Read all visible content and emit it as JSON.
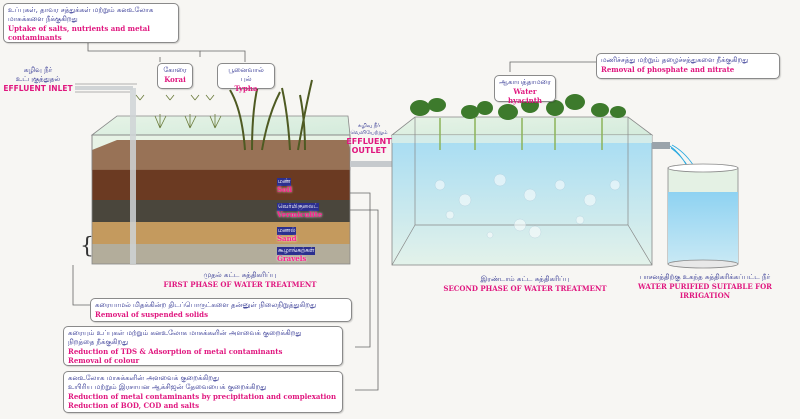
{
  "uptake_box": {
    "tamil": "உப்புகள், தாவர சத்துக்கள் மற்றும் கனஉலோக மாசுக்களை நீக்குகிறது",
    "english": "Uptake of salts, nutrients and metal contaminants"
  },
  "plants_phase1": [
    {
      "tamil": "கோரை",
      "english": "Korai"
    },
    {
      "tamil": "பூனைவால் புல்",
      "english": "Typha"
    }
  ],
  "inlet": {
    "tamil_1": "கழிவு நீர்",
    "tamil_2": "உட்புகுத்துதல்",
    "english": "EFFLUENT INLET"
  },
  "outlet": {
    "tamil_1": "கழிவு நீர்",
    "tamil_2": "வெளியேற்றும்",
    "english_1": "EFFLUENT",
    "english_2": "OUTLET"
  },
  "layers": [
    {
      "tamil": "மண்",
      "english": "Soil"
    },
    {
      "tamil": "வெர்மிகுலைட்",
      "english": "Vermiculite"
    },
    {
      "tamil": "மணல்",
      "english": "Sand"
    },
    {
      "tamil": "கூழாங்கற்கள்",
      "english": "Gravels"
    }
  ],
  "phase1": {
    "tamil": "முதல் கட்ட சுத்திகரிப்பு",
    "english": "FIRST PHASE OF WATER TREATMENT"
  },
  "phase2": {
    "tamil": "இரண்டாம் கட்ட சுத்திகரிப்பு",
    "english": "SECOND PHASE OF WATER TREATMENT"
  },
  "purified": {
    "tamil": "பாசனத்திற்கு உகந்த சுத்திகரிக்கப்பட்ட நீர்",
    "english": "WATER PURIFIED SUITABLE FOR IRRIGATION"
  },
  "hyacinth": {
    "tamil": "ஆகாயத்தாமரை",
    "english": "Water hyacinth"
  },
  "phosphate_box": {
    "tamil": "மணிச்சத்து மற்றும் தழைச்சத்துகளை நீக்குகிறது",
    "english": "Removal of phosphate and nitrate"
  },
  "suspended_box": {
    "tamil": "கரையாமல் மிதக்கின்ற திடப்பொருட்களை தன்னுள் நிலைநிறுத்துகிறது",
    "english": "Removal of suspended solids"
  },
  "tds_box": {
    "tamil_1": "கரையும் உப்புகள் மற்றும் கனஉலோக மாசுக்களின் அளவைக் குறைக்கிறது",
    "tamil_2": "நிறத்தை நீக்குகிறது",
    "english_1": "Reduction of TDS & Adsorption of metal contaminants",
    "english_2": "Removal of colour"
  },
  "bod_box": {
    "tamil_1": "கனஉலோக மாசுக்களின் அளவைக் குறைக்கிறது",
    "tamil_2": "உயிரிய மற்றும் இரசாயன ஆக்சிஜன் தேவையைக் குறைக்கிறது",
    "english_1": "Reduction of metal contaminants by precipitation and complexation",
    "english_2": "Reduction of BOD, COD and salts"
  },
  "colors": {
    "accent": "#e0177f",
    "tamil_text": "#2b2f8f",
    "water": "#a9dcf2",
    "soil": "#6b3a22"
  }
}
